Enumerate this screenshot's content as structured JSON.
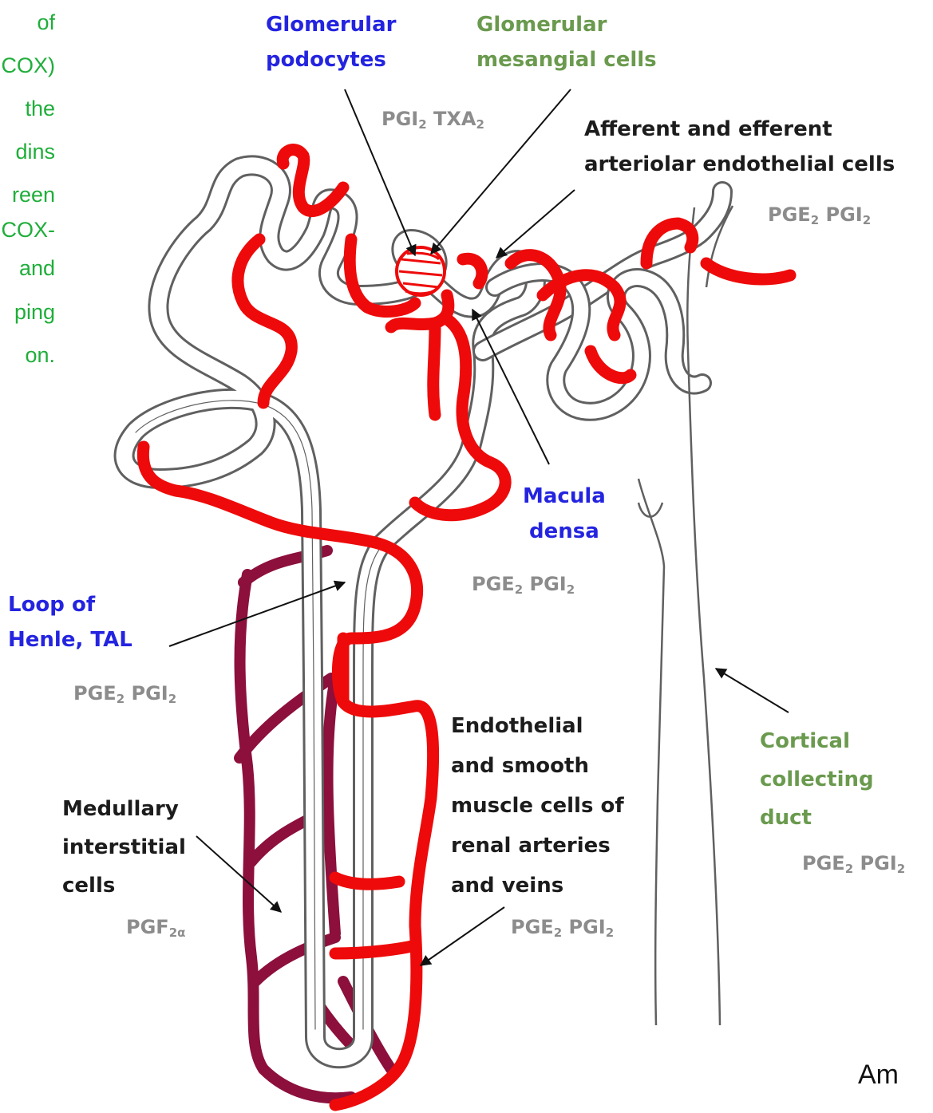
{
  "side_text": [
    "of",
    "COX)",
    "the",
    "dins",
    "reen",
    "COX-",
    "and",
    "ping",
    "on."
  ],
  "labels": {
    "glomerular_podocytes": [
      "Glomerular",
      "podocytes"
    ],
    "glomerular_mesangial": [
      "Glomerular",
      "mesangial cells"
    ],
    "afferent_efferent": [
      "Afferent and efferent",
      "arteriolar endothelial cells"
    ],
    "macula_densa": [
      "Macula",
      "densa"
    ],
    "loop_of_henle": [
      "Loop of",
      "Henle, TAL"
    ],
    "endothelial_smooth": [
      "Endothelial",
      "and smooth",
      "muscle cells of",
      "renal arteries",
      "and veins"
    ],
    "medullary_interstitial": [
      "Medullary",
      "interstitial",
      "cells"
    ],
    "cortical_collecting": [
      "Cortical",
      "collecting",
      "duct"
    ]
  },
  "prostanoids": {
    "glomerulus": {
      "a": "PGI",
      "a_sub": "2",
      "b": "TXA",
      "b_sub": "2"
    },
    "arteriolar": {
      "a": "PGE",
      "a_sub": "2",
      "b": "PGI",
      "b_sub": "2"
    },
    "macula": {
      "a": "PGE",
      "a_sub": "2",
      "b": "PGI",
      "b_sub": "2"
    },
    "henle": {
      "a": "PGE",
      "a_sub": "2",
      "b": "PGI",
      "b_sub": "2"
    },
    "vessels": {
      "a": "PGE",
      "a_sub": "2",
      "b": "PGI",
      "b_sub": "2"
    },
    "medullary": {
      "a": "PGF",
      "a_sub": "2α"
    },
    "collecting": {
      "a": "PGE",
      "a_sub": "2",
      "b": "PGI",
      "b_sub": "2"
    }
  },
  "credit": "Am",
  "colors": {
    "artery": "#ee0a0a",
    "vein": "#8c0f3c",
    "tubule_outline": "#606060",
    "label_blue": "#2424e0",
    "label_green": "#6a9a4e",
    "side_green": "#1fae3a"
  }
}
